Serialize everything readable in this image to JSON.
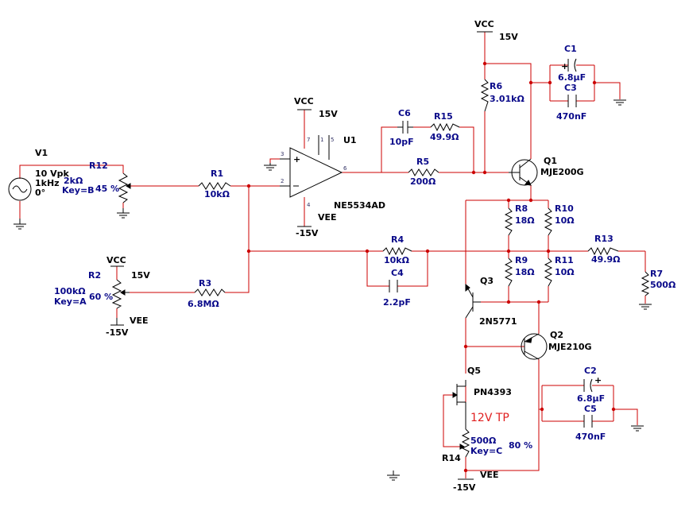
{
  "components": {
    "V1": {
      "ref": "V1",
      "amp": "10 Vpk",
      "freq": "1kHz",
      "phase": "0°"
    },
    "R12": {
      "ref": "R12",
      "value": "2kΩ",
      "key": "Key=B",
      "pct": "45 %"
    },
    "R1": {
      "ref": "R1",
      "value": "10kΩ"
    },
    "U1": {
      "ref": "U1",
      "part": "NE5534AD",
      "pin3": "3",
      "pin2": "2",
      "pin7": "7",
      "pin1": "1",
      "pin5": "5",
      "pin6": "6",
      "pin4": "4"
    },
    "R2": {
      "ref": "R2",
      "value": "100kΩ",
      "key": "Key=A",
      "pct": "60 %"
    },
    "R3": {
      "ref": "R3",
      "value": "6.8MΩ"
    },
    "C6": {
      "ref": "C6",
      "value": "10pF"
    },
    "R15": {
      "ref": "R15",
      "value": "49.9Ω"
    },
    "R5": {
      "ref": "R5",
      "value": "200Ω"
    },
    "R6": {
      "ref": "R6",
      "value": "3.01kΩ"
    },
    "Q1": {
      "ref": "Q1",
      "part": "MJE200G"
    },
    "C1": {
      "ref": "C1",
      "value": "6.8µF"
    },
    "C3": {
      "ref": "C3",
      "value": "470nF"
    },
    "R8": {
      "ref": "R8",
      "value": "18Ω"
    },
    "R10": {
      "ref": "R10",
      "value": "10Ω"
    },
    "R9": {
      "ref": "R9",
      "value": "18Ω"
    },
    "R11": {
      "ref": "R11",
      "value": "10Ω"
    },
    "R4": {
      "ref": "R4",
      "value": "10kΩ"
    },
    "C4": {
      "ref": "C4",
      "value": "2.2pF"
    },
    "R13": {
      "ref": "R13",
      "value": "49.9Ω"
    },
    "R7": {
      "ref": "R7",
      "value": "500Ω"
    },
    "Q3": {
      "ref": "Q3",
      "part": "2N5771"
    },
    "Q2": {
      "ref": "Q2",
      "part": "MJE210G"
    },
    "C2": {
      "ref": "C2",
      "value": "6.8µF"
    },
    "C5": {
      "ref": "C5",
      "value": "470nF"
    },
    "Q5": {
      "ref": "Q5",
      "part": "PN4393"
    },
    "R14": {
      "ref": "R14",
      "value": "500Ω",
      "key": "Key=C",
      "pct": "80 %"
    }
  },
  "supplies": {
    "vcc": "VCC",
    "vee": "VEE",
    "pos": "15V",
    "neg": "-15V",
    "plus": "+"
  },
  "annotation": {
    "test_point": "12V TP"
  },
  "colors": {
    "wire": "#cc0000",
    "value_text": "#0a0a8a",
    "annotation": "#e02020"
  }
}
